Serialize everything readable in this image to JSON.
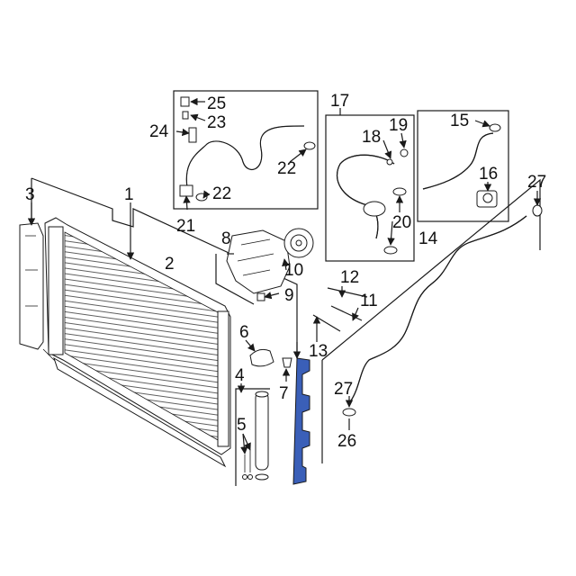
{
  "diagram": {
    "highlight_color": "#3a5fb8",
    "callouts": {
      "c1": "1",
      "c2": "2",
      "c3": "3",
      "c4": "4",
      "c5": "5",
      "c6": "6",
      "c7": "7",
      "c8": "8",
      "c9": "9",
      "c10": "10",
      "c11": "11",
      "c12": "12",
      "c13": "13",
      "c14": "14",
      "c15": "15",
      "c16": "16",
      "c17": "17",
      "c18": "18",
      "c19": "19",
      "c20": "20",
      "c21": "21",
      "c22a": "22",
      "c22b": "22",
      "c23": "23",
      "c24": "24",
      "c25": "25",
      "c26": "26",
      "c27a": "27",
      "c27b": "27"
    }
  }
}
